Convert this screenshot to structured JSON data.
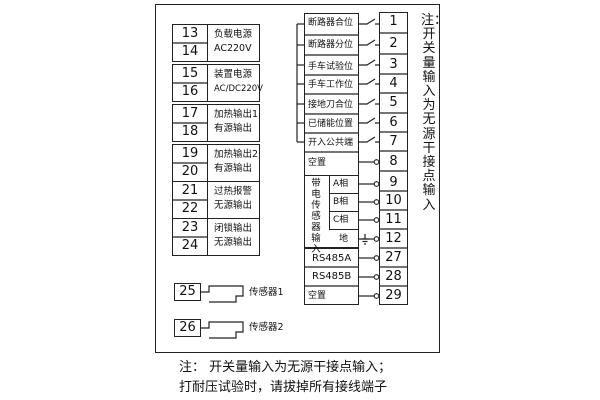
{
  "left_terminals": [
    {
      "a": "13",
      "b": "14",
      "l1": "负载电源",
      "l2": "AC220V"
    },
    {
      "a": "15",
      "b": "16",
      "l1": "装置电源",
      "l2": "AC/DC220V"
    },
    {
      "a": "17",
      "b": "18",
      "l1": "加热输出1",
      "l2": "有源输出"
    },
    {
      "a": "19",
      "b": "20",
      "l1": "加热输出2",
      "l2": "有源输出"
    },
    {
      "a": "21",
      "b": "22",
      "l1": "过热报警",
      "l2": "无源输出"
    },
    {
      "a": "23",
      "b": "24",
      "l1": "闭锁输出",
      "l2": "无源输出"
    }
  ],
  "sensors": [
    {
      "num": "25",
      "label": "传感器1"
    },
    {
      "num": "26",
      "label": "传感器2"
    }
  ],
  "switch_inputs": [
    {
      "num": "1",
      "label": "断路器合位"
    },
    {
      "num": "2",
      "label": "断路器分位"
    },
    {
      "num": "3",
      "label": "手车试验位"
    },
    {
      "num": "4",
      "label": "手车工作位"
    },
    {
      "num": "5",
      "label": "接地刀合位"
    },
    {
      "num": "6",
      "label": "已储能位置"
    },
    {
      "num": "7",
      "label": "开入公共端"
    }
  ],
  "spare_1": {
    "num": "8",
    "label": "空置"
  },
  "live_sensor": {
    "title": "带电传感器输入",
    "phases": [
      {
        "num": "9",
        "label": "A相"
      },
      {
        "num": "10",
        "label": "B相"
      },
      {
        "num": "11",
        "label": "C相"
      },
      {
        "num": "12",
        "label": "地"
      }
    ]
  },
  "rs485": [
    {
      "num": "27",
      "label": "RS485A"
    },
    {
      "num": "28",
      "label": "RS485B"
    }
  ],
  "spare_2": {
    "num": "29",
    "label": "空置"
  },
  "side_note": "注：开关量输入为无源干接点输入",
  "caption": {
    "line1": "注：  开关量输入为无源干接点输入；",
    "line2": "打耐压试验时，请拔掉所有接线端子"
  }
}
